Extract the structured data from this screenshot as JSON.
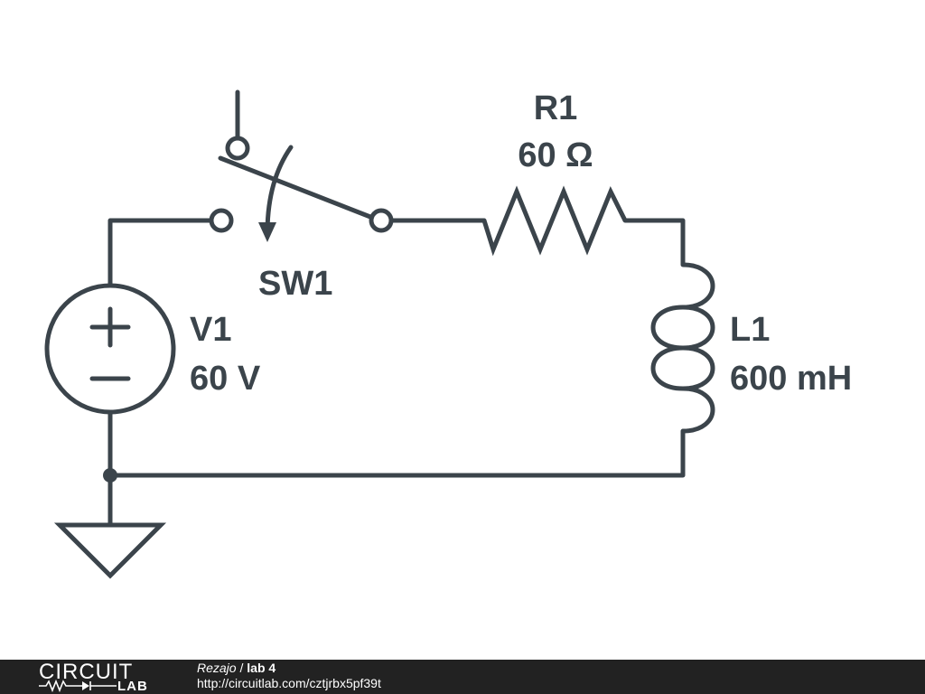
{
  "schematic": {
    "switch": {
      "name": "SW1"
    },
    "resistor": {
      "name": "R1",
      "value": "60 Ω"
    },
    "inductor": {
      "name": "L1",
      "value": "600 mH"
    },
    "source": {
      "name": "V1",
      "value": "60 V",
      "plus": "+",
      "minus": "−"
    }
  },
  "footer": {
    "logo_top": "CIRCUIT",
    "logo_bottom": "LAB",
    "author": "Rezajo",
    "separator": " / ",
    "title": "lab 4",
    "url": "http://circuitlab.com/cztjrbx5pf39t"
  },
  "colors": {
    "ink": "#3b444b",
    "footer_bg": "#222222",
    "footer_text": "#ffffff"
  }
}
